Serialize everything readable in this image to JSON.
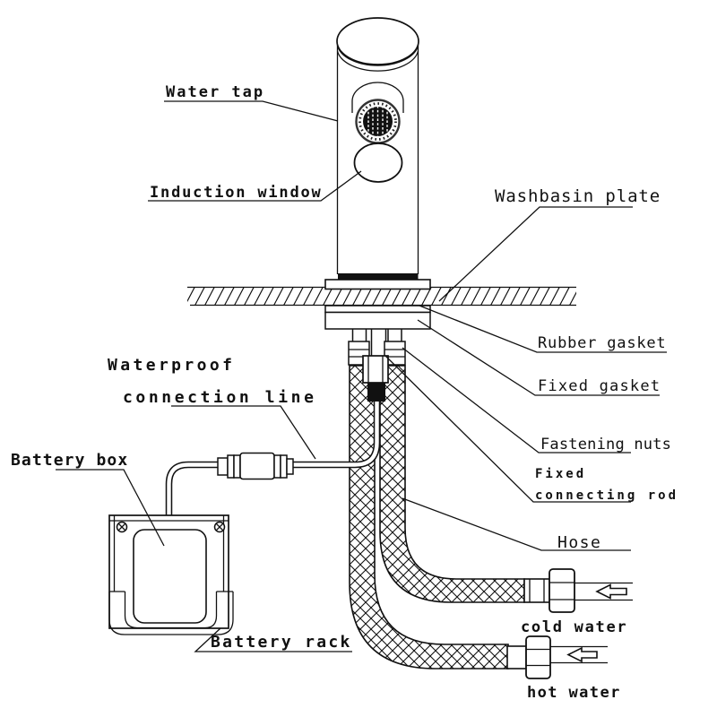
{
  "figure": {
    "background_color": "#ffffff",
    "line_color": "#111111",
    "labels": {
      "water_tap": "Water tap",
      "induction_window": "Induction window",
      "washbasin_plate": "Washbasin plate",
      "rubber_gasket": "Rubber gasket",
      "fixed_gasket": "Fixed gasket",
      "fastening_nuts": "Fastening nuts",
      "fixed_connecting_rod": {
        "line1": "Fixed",
        "line2": "connecting rod"
      },
      "hose": "Hose",
      "waterproof_connection_line": {
        "line1": "Waterproof",
        "line2": "connection line"
      },
      "battery_box": "Battery box",
      "battery_rack": "Battery rack",
      "cold_water": "cold water",
      "hot_water": "hot water"
    },
    "icons": {
      "cold_flow_arrow": "left-arrow",
      "hot_flow_arrow": "left-arrow"
    }
  }
}
